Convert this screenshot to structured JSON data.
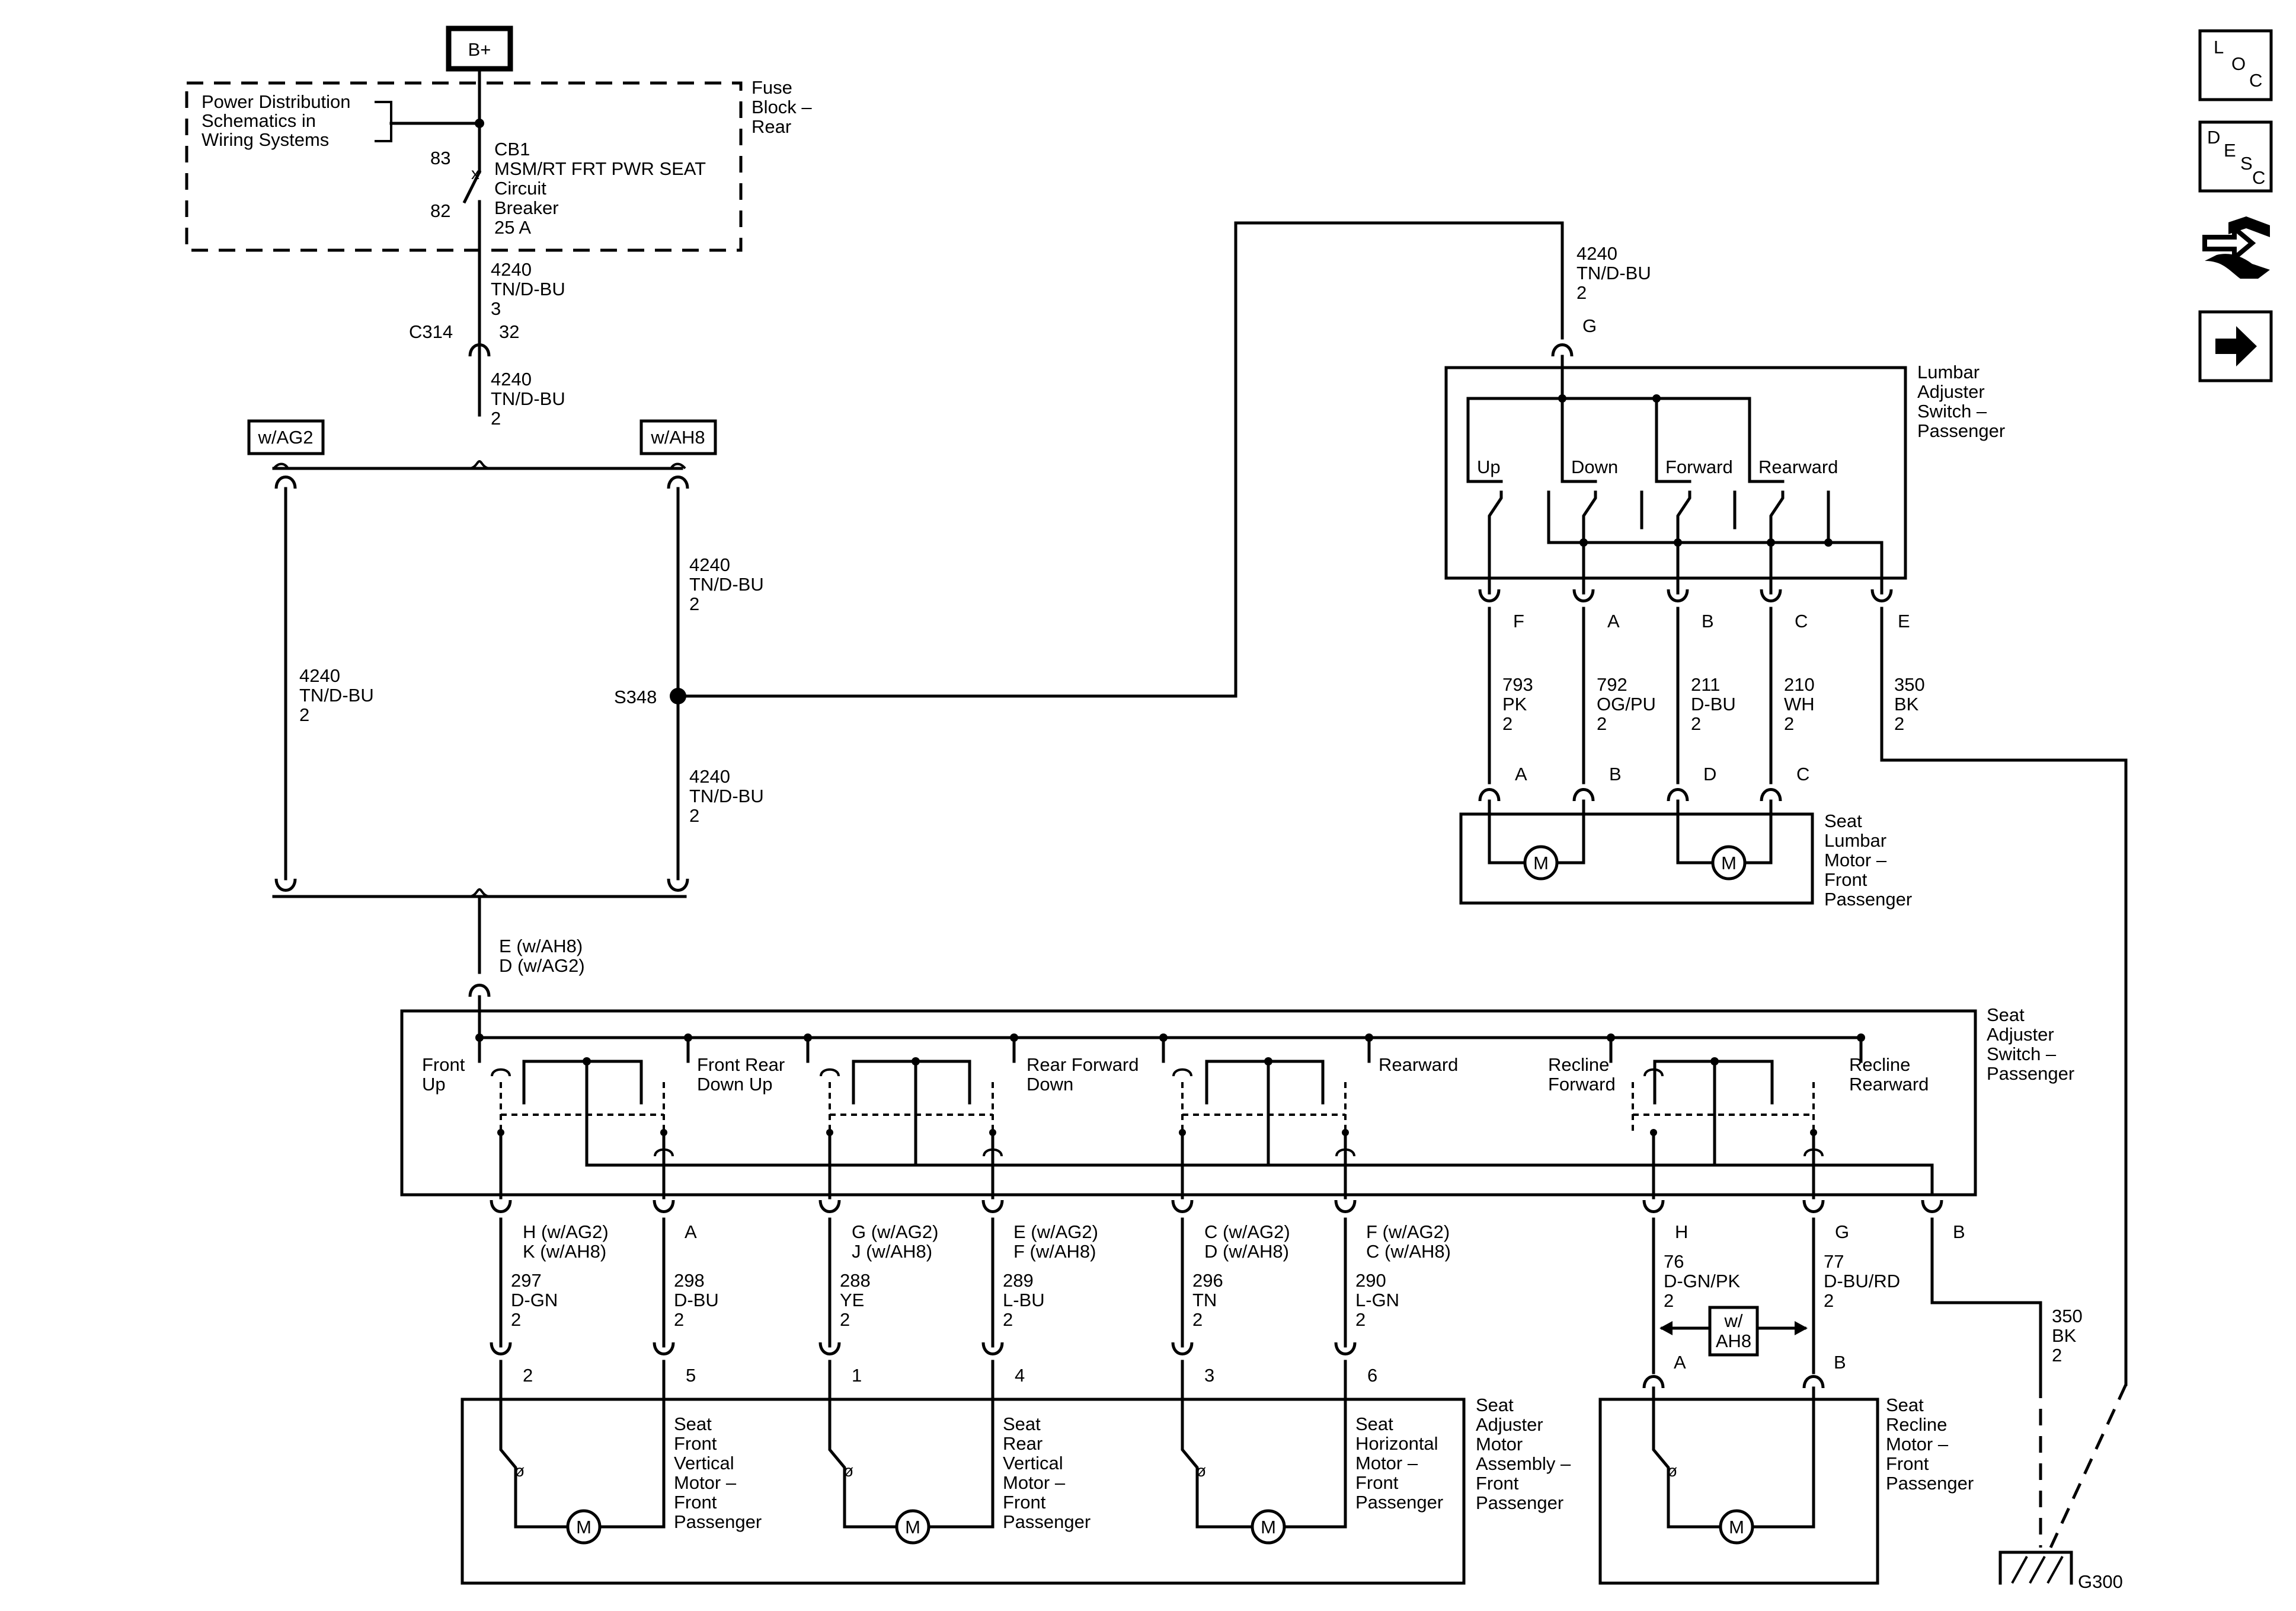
{
  "battery": "B+",
  "fuse_block": {
    "ref_lines": [
      "Power Distribution",
      "Schematics in",
      "Wiring Systems"
    ],
    "name_lines": [
      "Fuse",
      "Block –",
      "Rear"
    ],
    "pin_top": "83",
    "pin_bottom": "82",
    "breaker_lines": [
      "CB1",
      "MSM/RT FRT PWR  SEAT",
      "Circuit",
      "Breaker",
      "25 A"
    ]
  },
  "wires": {
    "w1": [
      "4240",
      "TN/D-BU",
      "3"
    ],
    "w2": [
      "4240",
      "TN/D-BU",
      "2"
    ],
    "w_left": [
      "4240",
      "TN/D-BU",
      "2"
    ],
    "w_right_top": [
      "4240",
      "TN/D-BU",
      "2"
    ],
    "w_right_bot": [
      "4240",
      "TN/D-BU",
      "2"
    ],
    "w_lumbar_feed": [
      "4240",
      "TN/D-BU",
      "2"
    ],
    "w793": [
      "793",
      "PK",
      "2"
    ],
    "w792": [
      "792",
      "OG/PU",
      "2"
    ],
    "w211": [
      "211",
      "D-BU",
      "2"
    ],
    "w210": [
      "210",
      "WH",
      "2"
    ],
    "w350a": [
      "350",
      "BK",
      "2"
    ],
    "w297": [
      "297",
      "D-GN",
      "2"
    ],
    "w298": [
      "298",
      "D-BU",
      "2"
    ],
    "w288": [
      "288",
      "YE",
      "2"
    ],
    "w289": [
      "289",
      "L-BU",
      "2"
    ],
    "w296": [
      "296",
      "TN",
      "2"
    ],
    "w290": [
      "290",
      "L-GN",
      "2"
    ],
    "w76": [
      "76",
      "D-GN/PK",
      "2"
    ],
    "w77": [
      "77",
      "D-BU/RD",
      "2"
    ],
    "w350b": [
      "350",
      "BK",
      "2"
    ]
  },
  "c314": {
    "name": "C314",
    "pin": "32"
  },
  "options": {
    "ag2": "w/AG2",
    "ah8": "w/AH8",
    "recline_lines": [
      "w/",
      "AH8"
    ]
  },
  "splice": "S348",
  "lumbar_switch": {
    "name_lines": [
      "Lumbar",
      "Adjuster",
      "Switch –",
      "Passenger"
    ],
    "in_pin": "G",
    "positions": [
      "Up",
      "Down",
      "Forward",
      "Rearward"
    ],
    "pins": [
      "F",
      "A",
      "B",
      "C",
      "E"
    ]
  },
  "lumbar_motor": {
    "pins": [
      "A",
      "B",
      "D",
      "C"
    ],
    "name_lines": [
      "Seat",
      "Lumbar",
      "Motor –",
      "Front",
      "Passenger"
    ],
    "motor": "M"
  },
  "seat_switch_conn": {
    "lines": [
      "E (w/AH8)",
      "D (w/AG2)"
    ]
  },
  "seat_switch": {
    "name_lines": [
      "Seat",
      "Adjuster",
      "Switch –",
      "Passenger"
    ],
    "labels": {
      "front_up": [
        "Front",
        "Up"
      ],
      "front_rear": [
        "Front  Rear",
        "Down Up"
      ],
      "rear_forward": [
        "Rear  Forward",
        "Down"
      ],
      "rearward": [
        "Rearward"
      ],
      "recline_forward": [
        "Recline",
        "Forward"
      ],
      "recline_rearward": [
        "Recline",
        "Rearward"
      ]
    }
  },
  "switch_pins": {
    "p1": [
      "H (w/AG2)",
      "K (w/AH8)"
    ],
    "p2": [
      "A"
    ],
    "p3": [
      "G (w/AG2)",
      "J (w/AH8)"
    ],
    "p4": [
      "E (w/AG2)",
      "F (w/AH8)"
    ],
    "p5": [
      "C (w/AG2)",
      "D (w/AH8)"
    ],
    "p6": [
      "F (w/AG2)",
      "C (w/AH8)"
    ],
    "p7": [
      "H"
    ],
    "p8": [
      "G"
    ],
    "p9": [
      "B"
    ]
  },
  "motor_assembly": {
    "pins": [
      "2",
      "5",
      "1",
      "4",
      "3",
      "6"
    ],
    "name_lines": [
      "Seat",
      "Adjuster",
      "Motor",
      "Assembly –",
      "Front",
      "Passenger"
    ],
    "m1_lines": [
      "Seat",
      "Front",
      "Vertical",
      "Motor –",
      "Front",
      "Passenger"
    ],
    "m2_lines": [
      "Seat",
      "Rear",
      "Vertical",
      "Motor –",
      "Front",
      "Passenger"
    ],
    "m3_lines": [
      "Seat",
      "Horizontal",
      "Motor –",
      "Front",
      "Passenger"
    ],
    "motor": "M"
  },
  "recline_motor": {
    "pins": [
      "A",
      "B"
    ],
    "name_lines": [
      "Seat",
      "Recline",
      "Motor –",
      "Front",
      "Passenger"
    ],
    "motor": "M"
  },
  "ground": "G300",
  "side_icons": {
    "loc": [
      "L",
      "O",
      "C"
    ],
    "desc": [
      "D",
      "E",
      "S",
      "C"
    ],
    "tools_icon": "tools-icon",
    "next_icon": "arrow-right-icon"
  }
}
